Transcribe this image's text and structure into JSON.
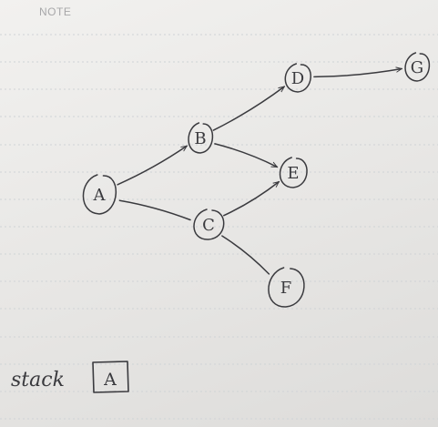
{
  "header": {
    "label": "NOTE"
  },
  "graph": {
    "nodes": [
      {
        "id": "A",
        "label": "A"
      },
      {
        "id": "B",
        "label": "B"
      },
      {
        "id": "C",
        "label": "C"
      },
      {
        "id": "D",
        "label": "D"
      },
      {
        "id": "E",
        "label": "E"
      },
      {
        "id": "F",
        "label": "F"
      },
      {
        "id": "G",
        "label": "G"
      }
    ],
    "edges": [
      {
        "from": "A",
        "to": "B",
        "directed": true
      },
      {
        "from": "A",
        "to": "C",
        "directed": false
      },
      {
        "from": "B",
        "to": "D",
        "directed": true
      },
      {
        "from": "B",
        "to": "E",
        "directed": true
      },
      {
        "from": "C",
        "to": "E",
        "directed": true
      },
      {
        "from": "C",
        "to": "F",
        "directed": false
      },
      {
        "from": "D",
        "to": "G",
        "directed": true
      }
    ]
  },
  "stack": {
    "label": "stack",
    "items": [
      "A"
    ]
  },
  "colors": {
    "ink": "#3a3a3e",
    "paper": "#eeedeb",
    "rule": "#cfd3d6",
    "header": "#a7a7a9"
  }
}
